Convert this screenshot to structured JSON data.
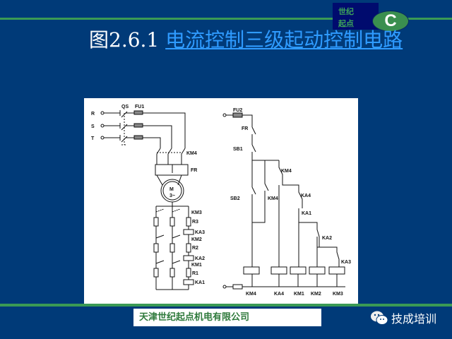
{
  "logo": {
    "line1": "世纪",
    "line2": "起点",
    "badge": "C"
  },
  "title": {
    "prefix": "图2.6.1 ",
    "link": "电流控制三级起动控制电路"
  },
  "diagram": {
    "labels": {
      "R": "R",
      "S": "S",
      "T": "T",
      "QS": "QS",
      "FU1": "FU1",
      "KM4_main": "KM4",
      "FR_main": "FR",
      "motor_M": "M",
      "motor_3": "3~",
      "KM3_main": "KM3",
      "R3": "R3",
      "KA3_coil": "KA3",
      "KM2_main": "KM2",
      "R2": "R2",
      "KA2_coil": "KA2",
      "KM1_main": "KM1",
      "R1": "R1",
      "KA1_coil": "KA1",
      "FU2": "FU2",
      "FR_ctrl": "FR",
      "SB1": "SB1",
      "SB2": "SB2",
      "KM4_hold": "KM4",
      "KM4_c": "KM4",
      "KA4_c": "KA4",
      "KA1_c": "KA1",
      "KA2_c": "KA2",
      "KA3_c": "KA3",
      "coil_KM4": "KM4",
      "coil_KA4": "KA4",
      "coil_KM1": "KM1",
      "coil_KM2": "KM2",
      "coil_KM3": "KM3"
    }
  },
  "footer": {
    "company": "天津世纪起点机电有限公司",
    "wechat": "技成培训"
  },
  "colors": {
    "background": "#003a78",
    "accent": "#3a9a55",
    "link": "#2f9bff"
  }
}
